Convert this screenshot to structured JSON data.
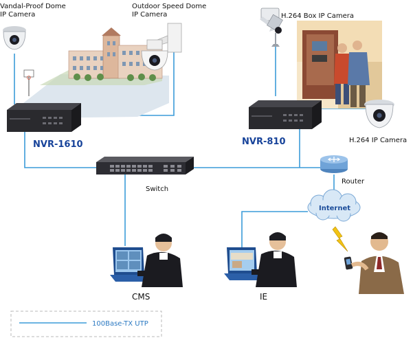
{
  "labels": {
    "vandal_line1": "Vandal-Proof Dome",
    "vandal_line2": "IP Camera",
    "speed_line1": "Outdoor Speed Dome",
    "speed_line2": "IP Camera",
    "box_cam": "H.264 Box IP Camera",
    "h264_cam": "H.264 IP Camera",
    "nvr1610": "NVR-1610",
    "nvr810": "NVR-810",
    "switch": "Switch",
    "router": "Router",
    "internet": "Internet",
    "cms": "CMS",
    "ie": "IE"
  },
  "legend": {
    "text": "100Base-TX UTP"
  },
  "colors": {
    "cable": "#3a9bd9",
    "nvr_label": "#17439a",
    "device_dark": "#2a2a2e",
    "router": "#6fa3d8",
    "cloud": "#cfe3f5"
  }
}
